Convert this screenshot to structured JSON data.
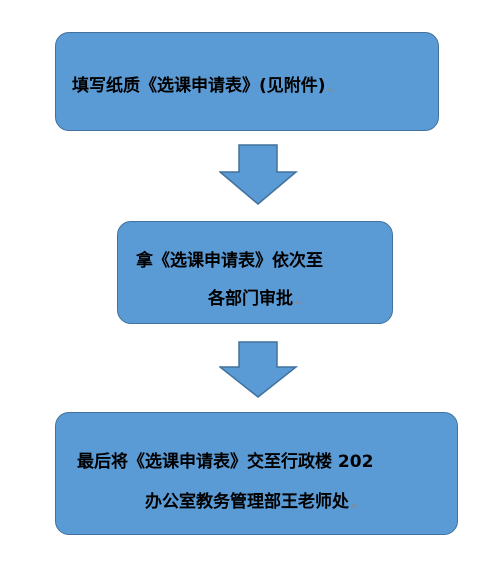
{
  "steps": [
    {
      "lines": [
        "填写纸质《选课申请表》(见附件)"
      ]
    },
    {
      "lines": [
        "拿《选课申请表》依次至",
        "各部门审批"
      ]
    },
    {
      "lines": [
        "最后将《选课申请表》交至行政楼 202",
        "办公室教务管理部王老师处"
      ]
    }
  ],
  "paragraph_mark": "↵",
  "colors": {
    "box_fill": "#5b9bd5",
    "box_border": "#41719c",
    "arrow_fill": "#5b9bd5"
  }
}
